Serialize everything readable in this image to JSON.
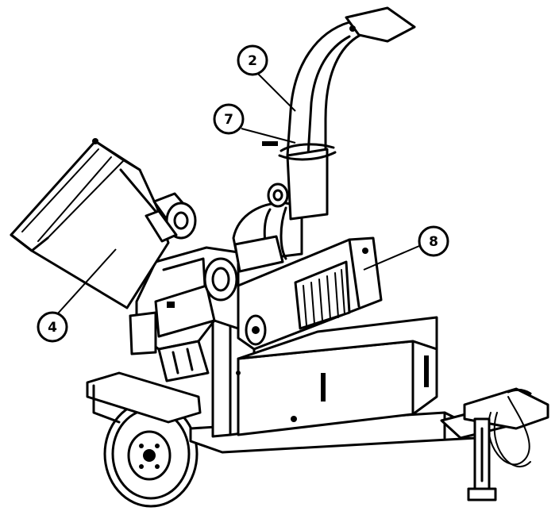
{
  "figure": {
    "callouts": [
      {
        "id": "c2",
        "label": "2"
      },
      {
        "id": "c7",
        "label": "7"
      },
      {
        "id": "c4",
        "label": "4"
      },
      {
        "id": "c8",
        "label": "8"
      }
    ]
  }
}
